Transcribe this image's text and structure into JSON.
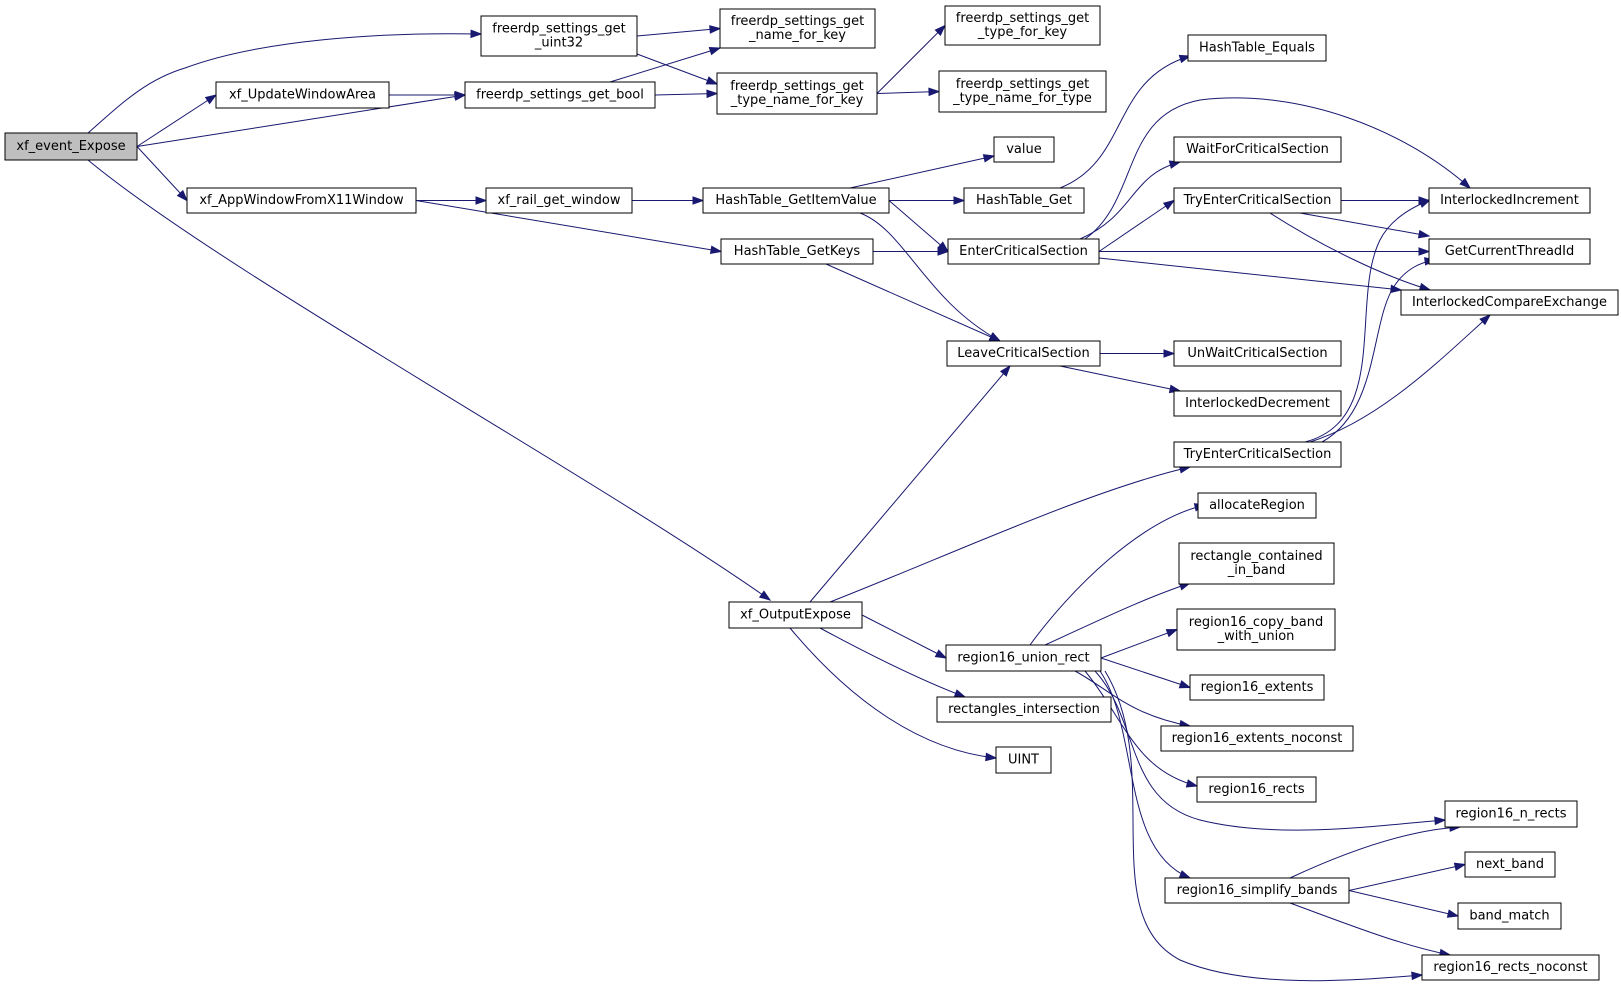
{
  "nodes": [
    {
      "id": "xf_event_Expose",
      "label": [
        "xf_event_Expose"
      ],
      "root": true
    },
    {
      "id": "freerdp_settings_get_uint32",
      "label": [
        "freerdp_settings_get",
        "_uint32"
      ]
    },
    {
      "id": "xf_UpdateWindowArea",
      "label": [
        "xf_UpdateWindowArea"
      ]
    },
    {
      "id": "freerdp_settings_get_bool",
      "label": [
        "freerdp_settings_get_bool"
      ]
    },
    {
      "id": "freerdp_settings_get_name_for_key",
      "label": [
        "freerdp_settings_get",
        "_name_for_key"
      ]
    },
    {
      "id": "freerdp_settings_get_type_name_for_key",
      "label": [
        "freerdp_settings_get",
        "_type_name_for_key"
      ]
    },
    {
      "id": "freerdp_settings_get_type_for_key",
      "label": [
        "freerdp_settings_get",
        "_type_for_key"
      ]
    },
    {
      "id": "freerdp_settings_get_type_name_for_type",
      "label": [
        "freerdp_settings_get",
        "_type_name_for_type"
      ]
    },
    {
      "id": "xf_AppWindowFromX11Window",
      "label": [
        "xf_AppWindowFromX11Window"
      ]
    },
    {
      "id": "xf_rail_get_window",
      "label": [
        "xf_rail_get_window"
      ]
    },
    {
      "id": "HashTable_GetItemValue",
      "label": [
        "HashTable_GetItemValue"
      ]
    },
    {
      "id": "value",
      "label": [
        "value"
      ]
    },
    {
      "id": "HashTable_Get",
      "label": [
        "HashTable_Get"
      ]
    },
    {
      "id": "HashTable_Equals",
      "label": [
        "HashTable_Equals"
      ]
    },
    {
      "id": "HashTable_GetKeys",
      "label": [
        "HashTable_GetKeys"
      ]
    },
    {
      "id": "EnterCriticalSection",
      "label": [
        "EnterCriticalSection"
      ]
    },
    {
      "id": "WaitForCriticalSection",
      "label": [
        "WaitForCriticalSection"
      ]
    },
    {
      "id": "TryEnterCriticalSection_1",
      "label": [
        "TryEnterCriticalSection"
      ]
    },
    {
      "id": "InterlockedIncrement",
      "label": [
        "InterlockedIncrement"
      ]
    },
    {
      "id": "GetCurrentThreadId",
      "label": [
        "GetCurrentThreadId"
      ]
    },
    {
      "id": "InterlockedCompareExchange",
      "label": [
        "InterlockedCompareExchange"
      ]
    },
    {
      "id": "LeaveCriticalSection",
      "label": [
        "LeaveCriticalSection"
      ]
    },
    {
      "id": "UnWaitCriticalSection",
      "label": [
        "UnWaitCriticalSection"
      ]
    },
    {
      "id": "InterlockedDecrement",
      "label": [
        "InterlockedDecrement"
      ]
    },
    {
      "id": "TryEnterCriticalSection_2",
      "label": [
        "TryEnterCriticalSection"
      ]
    },
    {
      "id": "xf_OutputExpose",
      "label": [
        "xf_OutputExpose"
      ]
    },
    {
      "id": "allocateRegion",
      "label": [
        "allocateRegion"
      ]
    },
    {
      "id": "rectangle_contained_in_band",
      "label": [
        "rectangle_contained",
        "_in_band"
      ]
    },
    {
      "id": "region16_copy_band_with_union",
      "label": [
        "region16_copy_band",
        "_with_union"
      ]
    },
    {
      "id": "region16_union_rect",
      "label": [
        "region16_union_rect"
      ]
    },
    {
      "id": "region16_extents",
      "label": [
        "region16_extents"
      ]
    },
    {
      "id": "rectangles_intersection",
      "label": [
        "rectangles_intersection"
      ]
    },
    {
      "id": "region16_extents_noconst",
      "label": [
        "region16_extents_noconst"
      ]
    },
    {
      "id": "UINT",
      "label": [
        "UINT"
      ]
    },
    {
      "id": "region16_rects",
      "label": [
        "region16_rects"
      ]
    },
    {
      "id": "region16_n_rects",
      "label": [
        "region16_n_rects"
      ]
    },
    {
      "id": "next_band",
      "label": [
        "next_band"
      ]
    },
    {
      "id": "region16_simplify_bands",
      "label": [
        "region16_simplify_bands"
      ]
    },
    {
      "id": "band_match",
      "label": [
        "band_match"
      ]
    },
    {
      "id": "region16_rects_noconst",
      "label": [
        "region16_rects_noconst"
      ]
    }
  ],
  "edges": [
    {
      "from": "xf_event_Expose",
      "to": "freerdp_settings_get_uint32"
    },
    {
      "from": "xf_event_Expose",
      "to": "xf_UpdateWindowArea"
    },
    {
      "from": "xf_event_Expose",
      "to": "freerdp_settings_get_bool"
    },
    {
      "from": "xf_event_Expose",
      "to": "xf_AppWindowFromX11Window"
    },
    {
      "from": "xf_event_Expose",
      "to": "xf_OutputExpose"
    },
    {
      "from": "freerdp_settings_get_uint32",
      "to": "freerdp_settings_get_name_for_key"
    },
    {
      "from": "freerdp_settings_get_uint32",
      "to": "freerdp_settings_get_type_name_for_key"
    },
    {
      "from": "xf_UpdateWindowArea",
      "to": "freerdp_settings_get_bool"
    },
    {
      "from": "freerdp_settings_get_bool",
      "to": "freerdp_settings_get_name_for_key"
    },
    {
      "from": "freerdp_settings_get_bool",
      "to": "freerdp_settings_get_type_name_for_key"
    },
    {
      "from": "freerdp_settings_get_type_name_for_key",
      "to": "freerdp_settings_get_type_for_key"
    },
    {
      "from": "freerdp_settings_get_type_name_for_key",
      "to": "freerdp_settings_get_type_name_for_type"
    },
    {
      "from": "xf_AppWindowFromX11Window",
      "to": "xf_rail_get_window"
    },
    {
      "from": "xf_AppWindowFromX11Window",
      "to": "HashTable_GetKeys"
    },
    {
      "from": "xf_rail_get_window",
      "to": "HashTable_GetItemValue"
    },
    {
      "from": "HashTable_GetItemValue",
      "to": "value"
    },
    {
      "from": "HashTable_GetItemValue",
      "to": "HashTable_Get"
    },
    {
      "from": "HashTable_GetItemValue",
      "to": "EnterCriticalSection"
    },
    {
      "from": "HashTable_GetItemValue",
      "to": "LeaveCriticalSection"
    },
    {
      "from": "HashTable_Get",
      "to": "HashTable_Equals"
    },
    {
      "from": "HashTable_GetKeys",
      "to": "EnterCriticalSection"
    },
    {
      "from": "HashTable_GetKeys",
      "to": "LeaveCriticalSection"
    },
    {
      "from": "EnterCriticalSection",
      "to": "WaitForCriticalSection"
    },
    {
      "from": "EnterCriticalSection",
      "to": "TryEnterCriticalSection_1"
    },
    {
      "from": "EnterCriticalSection",
      "to": "InterlockedIncrement"
    },
    {
      "from": "EnterCriticalSection",
      "to": "GetCurrentThreadId"
    },
    {
      "from": "EnterCriticalSection",
      "to": "InterlockedCompareExchange"
    },
    {
      "from": "TryEnterCriticalSection_1",
      "to": "InterlockedIncrement"
    },
    {
      "from": "TryEnterCriticalSection_1",
      "to": "GetCurrentThreadId"
    },
    {
      "from": "TryEnterCriticalSection_1",
      "to": "InterlockedCompareExchange"
    },
    {
      "from": "LeaveCriticalSection",
      "to": "UnWaitCriticalSection"
    },
    {
      "from": "LeaveCriticalSection",
      "to": "InterlockedDecrement"
    },
    {
      "from": "TryEnterCriticalSection_2",
      "to": "InterlockedIncrement"
    },
    {
      "from": "TryEnterCriticalSection_2",
      "to": "GetCurrentThreadId"
    },
    {
      "from": "TryEnterCriticalSection_2",
      "to": "InterlockedCompareExchange"
    },
    {
      "from": "xf_OutputExpose",
      "to": "LeaveCriticalSection"
    },
    {
      "from": "xf_OutputExpose",
      "to": "TryEnterCriticalSection_2"
    },
    {
      "from": "xf_OutputExpose",
      "to": "region16_union_rect"
    },
    {
      "from": "xf_OutputExpose",
      "to": "rectangles_intersection"
    },
    {
      "from": "xf_OutputExpose",
      "to": "UINT"
    },
    {
      "from": "region16_union_rect",
      "to": "allocateRegion"
    },
    {
      "from": "region16_union_rect",
      "to": "rectangle_contained_in_band"
    },
    {
      "from": "region16_union_rect",
      "to": "region16_copy_band_with_union"
    },
    {
      "from": "region16_union_rect",
      "to": "region16_extents"
    },
    {
      "from": "region16_union_rect",
      "to": "region16_extents_noconst"
    },
    {
      "from": "region16_union_rect",
      "to": "region16_rects"
    },
    {
      "from": "region16_union_rect",
      "to": "region16_n_rects"
    },
    {
      "from": "region16_union_rect",
      "to": "region16_simplify_bands"
    },
    {
      "from": "region16_union_rect",
      "to": "region16_rects_noconst"
    },
    {
      "from": "region16_simplify_bands",
      "to": "region16_n_rects"
    },
    {
      "from": "region16_simplify_bands",
      "to": "next_band"
    },
    {
      "from": "region16_simplify_bands",
      "to": "band_match"
    },
    {
      "from": "region16_simplify_bands",
      "to": "region16_rects_noconst"
    }
  ]
}
